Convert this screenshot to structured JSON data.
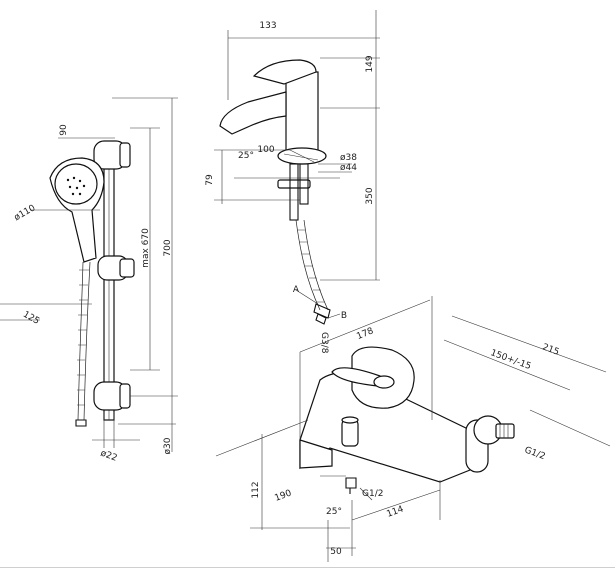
{
  "drawing": {
    "shower_set": {
      "head_width": "90",
      "head_diameter": "ø110",
      "head_length": "125",
      "height_max": "max 670",
      "height_total": "700",
      "rail_diameter": "ø22",
      "bracket_diameter": "ø30"
    },
    "basin_mixer": {
      "spout_reach": "133",
      "body_height": "149",
      "lever_angle": "25°",
      "spout_length": "100",
      "outlet_height": "79",
      "base_diameter": "ø38",
      "hole_diameter": "ø44",
      "hose_length": "350",
      "label_a": "A",
      "label_b": "B",
      "hose_thread": "G3/8"
    },
    "bath_mixer": {
      "body_width": "178",
      "total_width": "215",
      "centres": "150+/-15",
      "wall_thread": "G1/2",
      "height": "112",
      "depth": "190",
      "lever_angle": "25°",
      "outlet_thread": "G1/2",
      "spout_offset": "114",
      "spout_width": "50"
    }
  }
}
